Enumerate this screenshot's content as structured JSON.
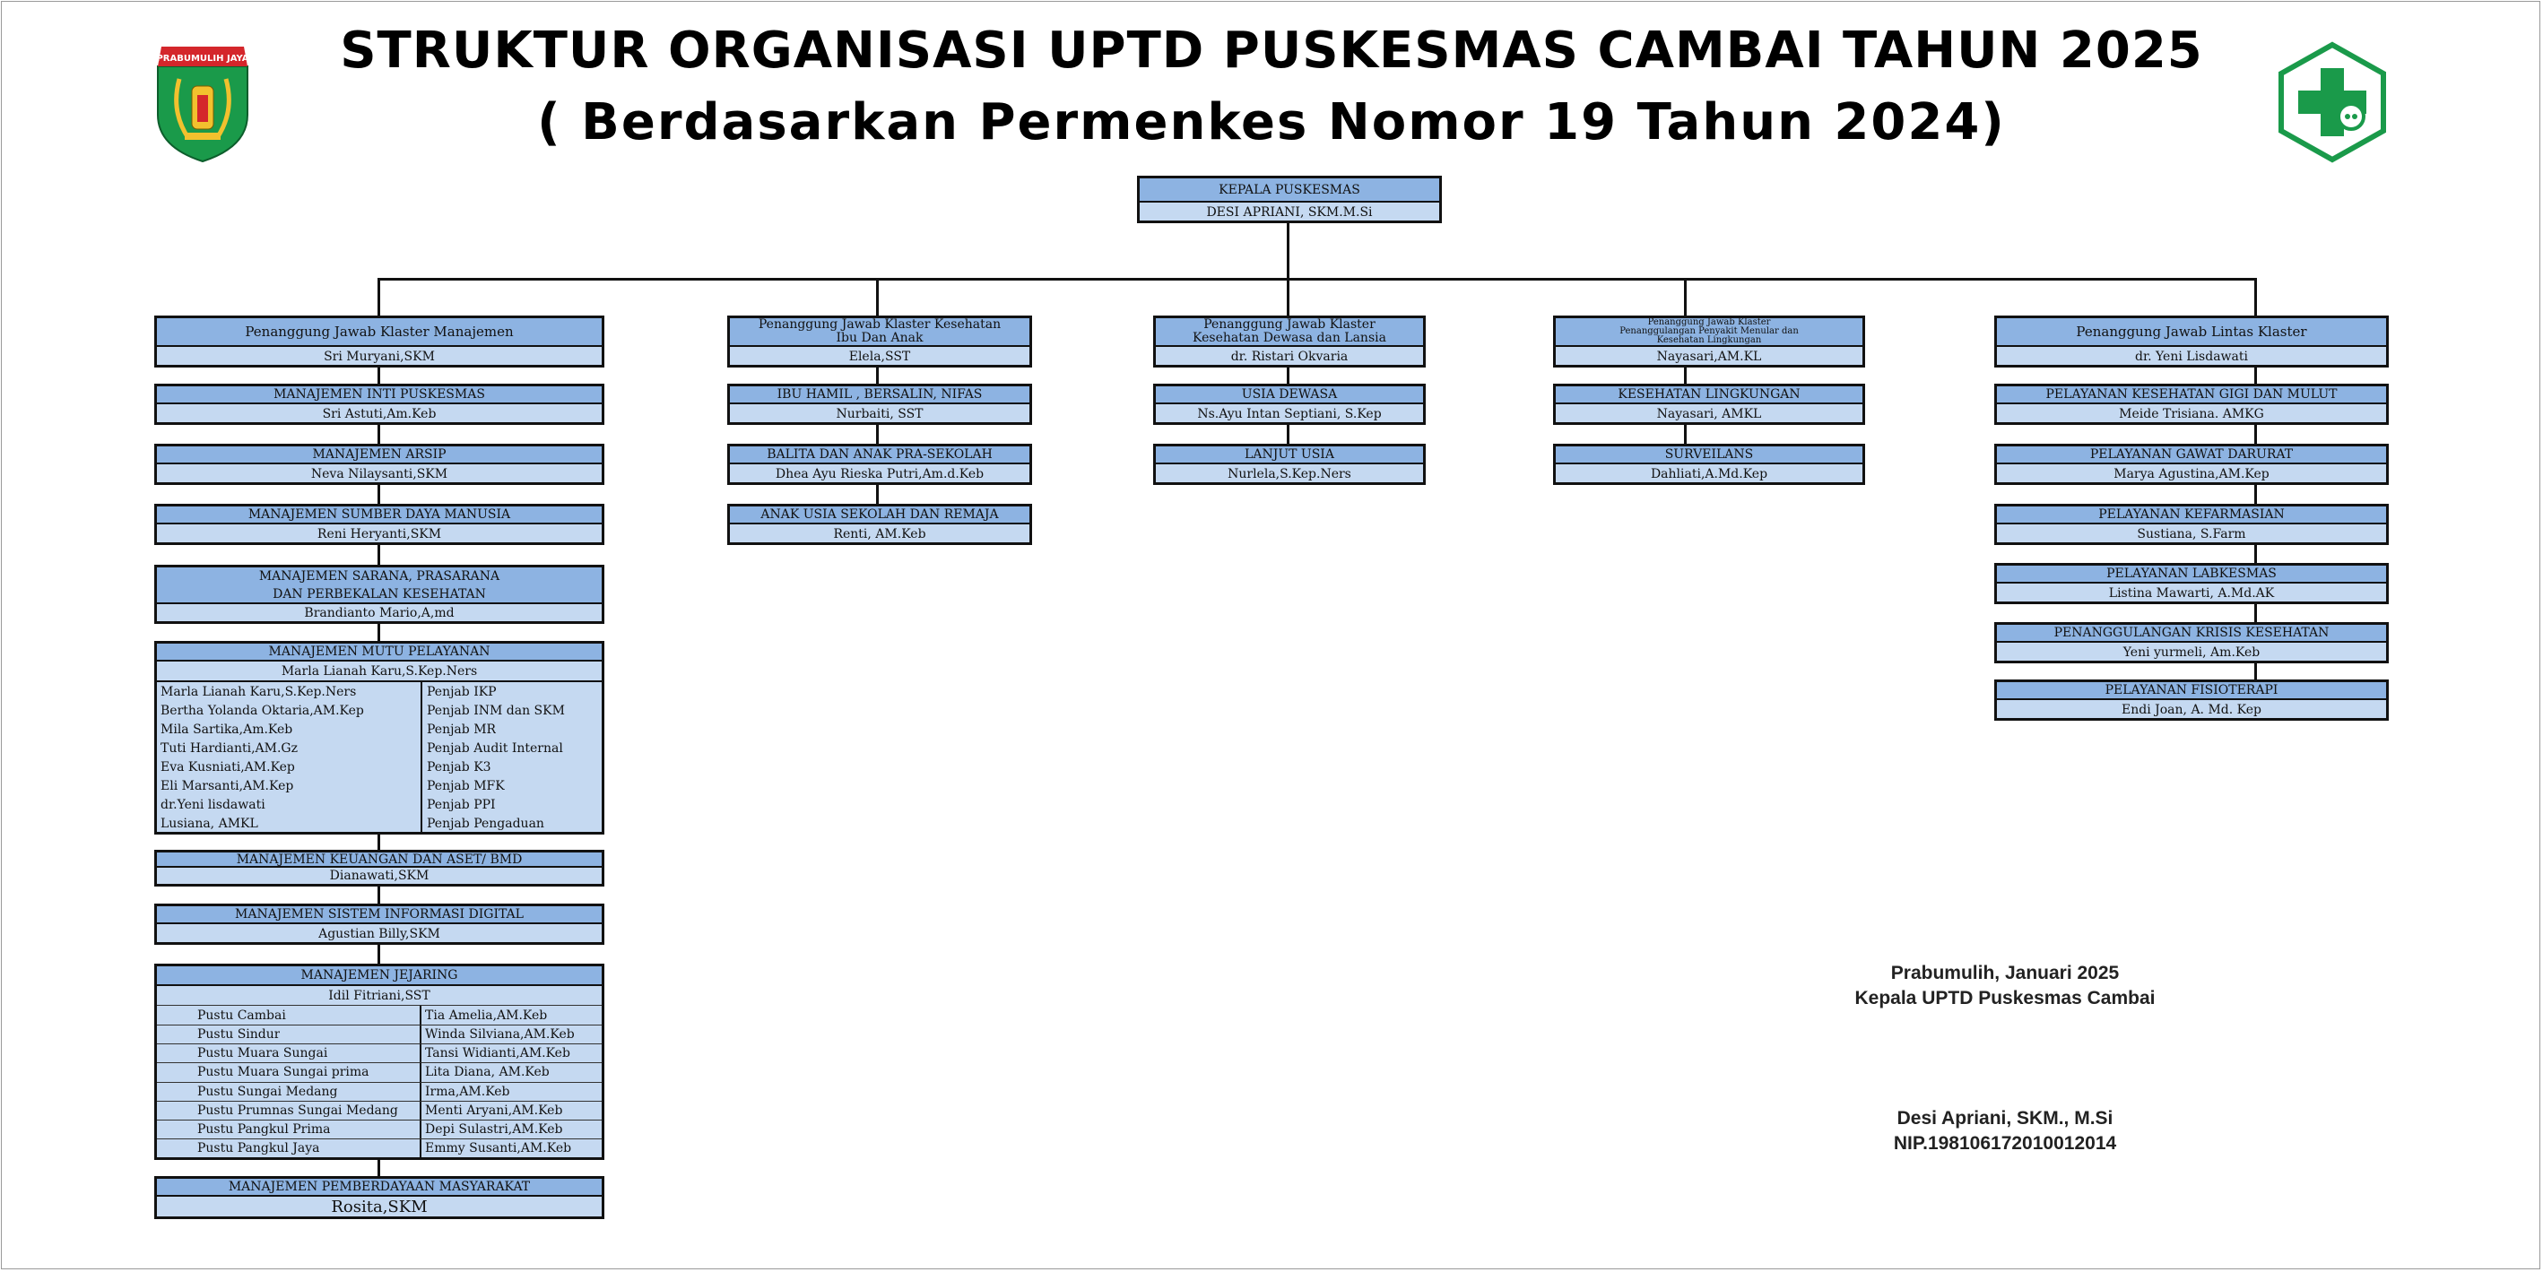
{
  "header": {
    "title": "STRUKTUR ORGANISASI UPTD PUSKESMAS CAMBAI TAHUN 2025",
    "subtitle": "( Berdasarkan Permenkes Nomor 19 Tahun 2024)",
    "left_logo_text": "PRABUMULIH JAYA"
  },
  "head": {
    "title": "KEPALA PUSKESMAS",
    "name": "DESI APRIANI, SKM.M.Si"
  },
  "clusters": {
    "manajemen": {
      "title": "Penanggung Jawab Klaster  Manajemen",
      "name": "Sri Muryani,SKM",
      "units": [
        {
          "title": "MANAJEMEN INTI PUSKESMAS",
          "name": "Sri Astuti,Am.Keb"
        },
        {
          "title": "MANAJEMEN ARSIP",
          "name": "Neva Nilaysanti,SKM"
        },
        {
          "title": "MANAJEMEN SUMBER DAYA MANUSIA",
          "name": "Reni Heryanti,SKM"
        },
        {
          "title1": "MANAJEMEN SARANA, PRASARANA",
          "title2": "DAN PERBEKALAN KESEHATAN",
          "name": "Brandianto Mario,A,md"
        }
      ],
      "mutu": {
        "title": "MANAJEMEN MUTU PELAYANAN",
        "name": "Marla Lianah Karu,S.Kep.Ners",
        "left": [
          "Marla Lianah Karu,S.Kep.Ners",
          "Bertha Yolanda Oktaria,AM.Kep",
          "Mila Sartika,Am.Keb",
          "Tuti Hardianti,AM.Gz",
          "Eva Kusniati,AM.Kep",
          "Eli Marsanti,AM.Kep",
          "dr.Yeni lisdawati",
          "Lusiana, AMKL"
        ],
        "right": [
          "Penjab IKP",
          "Penjab INM dan SKM",
          "Penjab MR",
          "Penjab Audit Internal",
          "Penjab K3",
          "Penjab MFK",
          "Penjab PPI",
          "Penjab Pengaduan"
        ]
      },
      "keuangan": {
        "title": "MANAJEMEN KEUANGAN DAN ASET/ BMD",
        "name": "Dianawati,SKM"
      },
      "sistem": {
        "title": "MANAJEMEN SISTEM INFORMASI DIGITAL",
        "name": "Agustian Billy,SKM"
      },
      "jejaring": {
        "title": "MANAJEMEN JEJARING",
        "name": "Idil Fitriani,SST",
        "left": [
          "Pustu Cambai",
          "Pustu Sindur",
          "Pustu Muara Sungai",
          "Pustu Muara Sungai prima",
          "Pustu Sungai Medang",
          "Pustu Prumnas Sungai Medang",
          "Pustu Pangkul Prima",
          "Pustu Pangkul Jaya"
        ],
        "right": [
          "Tia Amelia,AM.Keb",
          "Winda Silviana,AM.Keb",
          "Tansi Widianti,AM.Keb",
          "Lita Diana, AM.Keb",
          "Irma,AM.Keb",
          "Menti Aryani,AM.Keb",
          "Depi Sulastri,AM.Keb",
          "Emmy Susanti,AM.Keb"
        ]
      },
      "pemberdayaan": {
        "title": "MANAJEMEN PEMBERDAYAAN MASYARAKAT",
        "name": "Rosita,SKM"
      }
    },
    "ibu_anak": {
      "title1": "Penanggung Jawab Klaster  Kesehatan",
      "title2": "Ibu Dan Anak",
      "name": "Elela,SST",
      "units": [
        {
          "title": "IBU HAMIL , BERSALIN, NIFAS",
          "name": "Nurbaiti, SST"
        },
        {
          "title": "BALITA DAN ANAK PRA-SEKOLAH",
          "name": "Dhea Ayu Rieska Putri,Am.d.Keb"
        },
        {
          "title": "ANAK USIA SEKOLAH DAN REMAJA",
          "name": "Renti, AM.Keb"
        }
      ]
    },
    "dewasa": {
      "title1": "Penanggung Jawab Klaster",
      "title2": "Kesehatan Dewasa dan Lansia",
      "name": "dr. Ristari Okvaria",
      "units": [
        {
          "title": "USIA DEWASA",
          "name": "Ns.Ayu Intan Septiani, S.Kep"
        },
        {
          "title": "LANJUT USIA",
          "name": "Nurlela,S.Kep.Ners"
        }
      ]
    },
    "menular": {
      "title1": "Penanggung Jawab Klaster",
      "title2": "Penanggulangan Penyakit Menular dan",
      "title3": "Kesehatan Lingkungan",
      "name": "Nayasari,AM.KL",
      "units": [
        {
          "title": "KESEHATAN LINGKUNGAN",
          "name": "Nayasari, AMKL"
        },
        {
          "title": "SURVEILANS",
          "name": "Dahliati,A.Md.Kep"
        }
      ]
    },
    "lintas": {
      "title": "Penanggung Jawab Lintas Klaster",
      "name": "dr. Yeni Lisdawati",
      "units": [
        {
          "title": "PELAYANAN KESEHATAN GIGI DAN MULUT",
          "name": "Meide Trisiana. AMKG"
        },
        {
          "title": "PELAYANAN GAWAT DARURAT",
          "name": "Marya Agustina,AM.Kep"
        },
        {
          "title": "PELAYANAN KEFARMASIAN",
          "name": "Sustiana, S.Farm"
        },
        {
          "title": "PELAYANAN LABKESMAS",
          "name": "Listina  Mawarti, A.Md.AK"
        },
        {
          "title": "PENANGGULANGAN KRISIS KESEHATAN",
          "name": "Yeni yurmeli, Am.Keb"
        },
        {
          "title": "PELAYANAN FISIOTERAPI",
          "name": "Endi Joan, A. Md. Kep"
        }
      ]
    }
  },
  "signature": {
    "place_date": "Prabumulih,      Januari 2025",
    "position": "Kepala UPTD Puskesmas Cambai",
    "name": "Desi Apriani, SKM., M.Si",
    "nip": "NIP.198106172010012014"
  },
  "colors": {
    "header_fill": "#8db3e2",
    "name_fill": "#c5d9f1",
    "border": "#111111",
    "logo_green": "#1a9a4a"
  },
  "icons": {
    "left_logo": "prabumulih-emblem",
    "right_logo": "puskesmas-logo"
  }
}
